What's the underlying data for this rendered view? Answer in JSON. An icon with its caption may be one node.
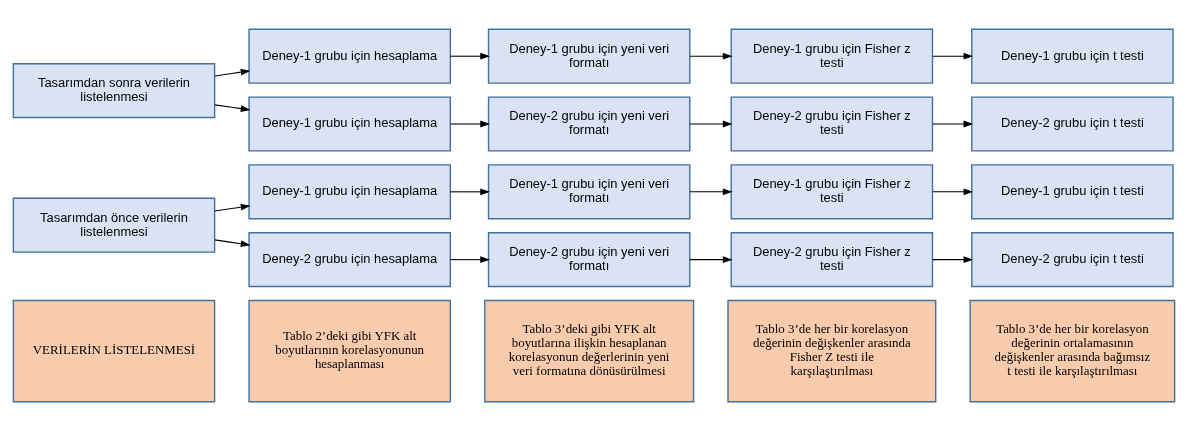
{
  "diagram": {
    "nodes": [
      {
        "text": [
          "VERİLERİN LİSTELENMESİ"
        ]
      },
      {
        "text": [
          "Tablo 2’deki gibi YFK alt boyutlarının korelasyonunun hesaplanması"
        ]
      },
      {
        "text": [
          "Tablo 3’deki gibi YFK alt boyutlarına ilişkin hesaplanan korelasyonun değerlerinin yeni veri formatına dönüsürülmesi"
        ]
      },
      {
        "text": [
          "Tablo 3’de her bir korelasyon değerinin değişkenler arasında Fisher Z testi ile karşılaştırılması"
        ]
      },
      {
        "text": [
          "Tablo 3’de her bir korelasyon değerinin ortalamasının değişkenler arasında bağımsız t testi ile karşılaştırılması"
        ]
      },
      {
        "text": [
          "Tasarımdan önce verilerin listelenmesi"
        ]
      },
      {
        "text": [
          "Deney-1 grubu için hesaplama"
        ]
      },
      {
        "text": [
          "Deney-1 grubu için yeni veri formatı"
        ]
      },
      {
        "text": [
          "Deney-1 grubu için Fisher z testi"
        ]
      },
      {
        "text": [
          "Deney-1 grubu için t testi"
        ]
      },
      {
        "text": [
          "Deney-2 grubu için hesaplama"
        ]
      },
      {
        "text": [
          "Deney-2 grubu için yeni veri formatı"
        ]
      },
      {
        "text": [
          "Deney-2 grubu için Fisher z testi"
        ]
      },
      {
        "text": [
          "Deney-2 grubu için t testi"
        ]
      },
      {
        "text": [
          "Tasarımdan sonra verilerin listelenmesi"
        ]
      },
      {
        "text": [
          "Deney-1 grubu için hesaplama"
        ]
      },
      {
        "text": [
          "Deney-1 grubu için yeni veri formatı"
        ]
      },
      {
        "text": [
          "Deney-1 grubu için Fisher z testi"
        ]
      },
      {
        "text": [
          "Deney-1 grubu için t testi"
        ]
      },
      {
        "text": [
          "Deney-1 grubu için hesaplama"
        ]
      },
      {
        "text": [
          "Deney-2 grubu için yeni veri formatı"
        ]
      },
      {
        "text": [
          "Deney-2 grubu için Fisher z testi"
        ]
      },
      {
        "text": [
          "Deney-2 grubu için t testi"
        ]
      }
    ],
    "edges": [
      {
        "from": 5,
        "to": 6,
        "arrow": "to"
      },
      {
        "from": 5,
        "to": 10,
        "arrow": "to"
      },
      {
        "from": 6,
        "to": 7,
        "arrow": "to"
      },
      {
        "from": 7,
        "to": 8,
        "arrow": "to"
      },
      {
        "from": 8,
        "to": 9,
        "arrow": "to"
      },
      {
        "from": 10,
        "to": 11,
        "arrow": "to"
      },
      {
        "from": 11,
        "to": 12,
        "arrow": "to"
      },
      {
        "from": 12,
        "to": 13,
        "arrow": "to"
      },
      {
        "from": 14,
        "to": 15,
        "arrow": "to"
      },
      {
        "from": 14,
        "to": 19,
        "arrow": "to"
      },
      {
        "from": 15,
        "to": 16,
        "arrow": "to"
      },
      {
        "from": 16,
        "to": 17,
        "arrow": "to"
      },
      {
        "from": 17,
        "to": 18,
        "arrow": "to"
      },
      {
        "from": 19,
        "to": 20,
        "arrow": "to"
      },
      {
        "from": 20,
        "to": 21,
        "arrow": "to"
      },
      {
        "from": 21,
        "to": 22,
        "arrow": "to"
      }
    ]
  }
}
